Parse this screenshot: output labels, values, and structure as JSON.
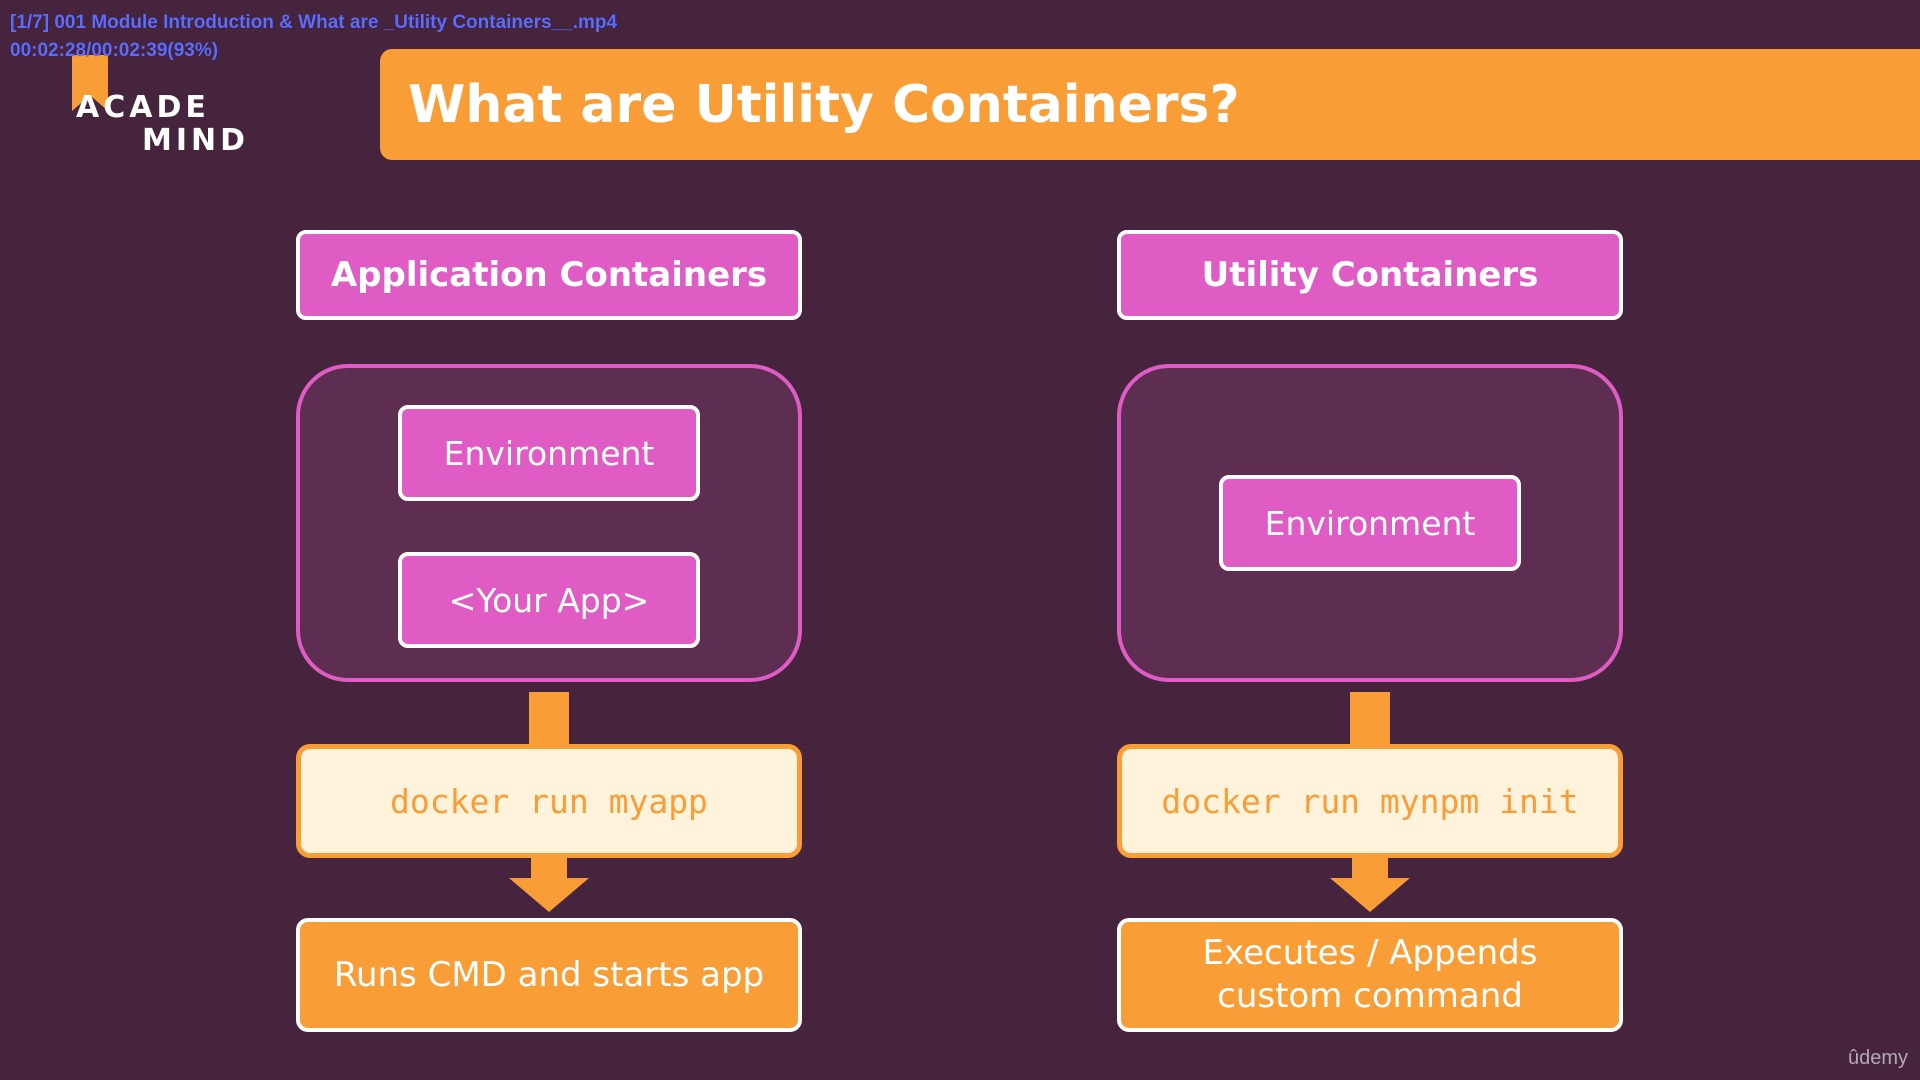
{
  "player_overlay": {
    "file_title": "[1/7] 001 Module Introduction & What are _Utility Containers__.mp4",
    "time_readout": "00:02:28/00:02:39(93%)"
  },
  "logo": {
    "line1": "ACADE",
    "line2": "MIND",
    "accent_color": "#f99d36"
  },
  "slide": {
    "title": "What are Utility Containers?",
    "left_column": {
      "header": "Application Containers",
      "inner_items": [
        "Environment",
        "<Your App>"
      ],
      "command": "docker run myapp",
      "result": "Runs CMD and starts app"
    },
    "right_column": {
      "header": "Utility Containers",
      "inner_items": [
        "Environment"
      ],
      "command": "docker run mynpm init",
      "result": "Executes / Appends custom command"
    }
  },
  "watermark": "ûdemy",
  "colors": {
    "background": "#47243d",
    "orange": "#f99d36",
    "magenta": "#de5cc3",
    "container_fill": "#5e2d52",
    "command_fill": "#fff3dc"
  }
}
